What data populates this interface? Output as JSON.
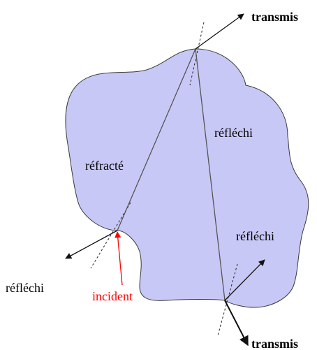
{
  "labels": {
    "transmis_top": "transmis",
    "reflechi_inner_upper": "réfléchi",
    "refracte": "réfracté",
    "reflechi_inner_lower": "réfléchi",
    "reflechi_outer_left": "réfléchi",
    "incident": "incident",
    "transmis_bottom": "transmis"
  },
  "colors": {
    "medium_fill": "#c8c8f6",
    "medium_stroke": "#3a3a3a",
    "ray": "#555555",
    "arrow": "#111111",
    "normal": "#222222",
    "incident": "#ff0000",
    "text": "#000000"
  }
}
